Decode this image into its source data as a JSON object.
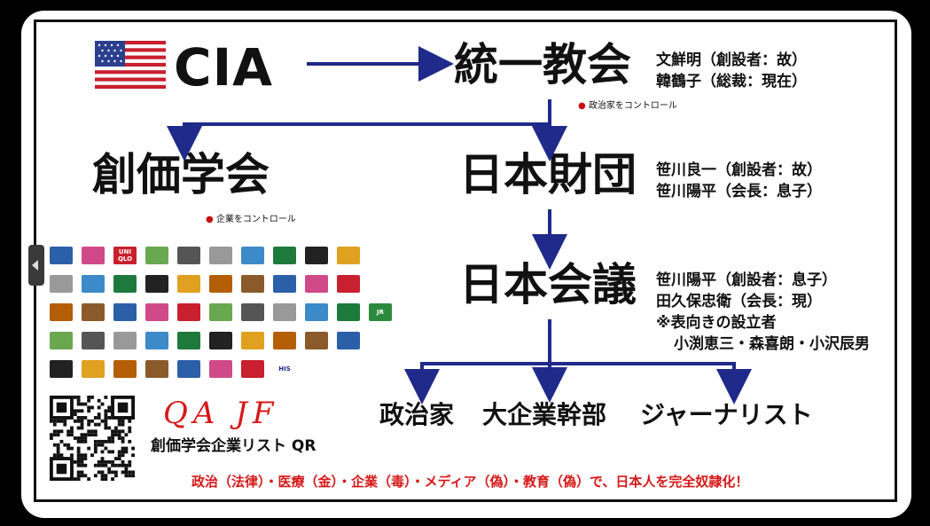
{
  "nodes": {
    "cia": "CIA",
    "unification_church": "統一教会",
    "soka_gakkai": "創価学会",
    "nippon_foundation": "日本財団",
    "nippon_kaigi": "日本会議",
    "politicians": "政治家",
    "executives": "大企業幹部",
    "journalists": "ジャーナリスト"
  },
  "notes": {
    "unification_line1": "文鮮明（創設者：故）",
    "unification_line2": "韓鶴子（総裁：現在）",
    "unification_sub": "政治家をコントロール",
    "soka_sub": "企業をコントロール",
    "foundation_line1": "笹川良一（創設者：故）",
    "foundation_line2": "笹川陽平（会長：息子）",
    "kaigi_line1": "笹川陽平（創設者：息子）",
    "kaigi_line2": "田久保忠衛（会長：現）",
    "kaigi_line3": "※表向きの設立者",
    "kaigi_line4": "小渕恵三・森喜朗・小沢辰男"
  },
  "qr_caption": "創価学会企業リスト QR",
  "handwritten": "QA JF",
  "banner": "政治（法律）・医療（金）・企業（毒）・メディア（偽）・教育（偽）で、日本人を完全奴隷化！",
  "logo_labels": [
    "UNI QLO",
    "JR",
    "HIS"
  ],
  "colors": {
    "arrow": "#1f2a8a",
    "accent_red": "#d61818",
    "text": "#111111"
  }
}
